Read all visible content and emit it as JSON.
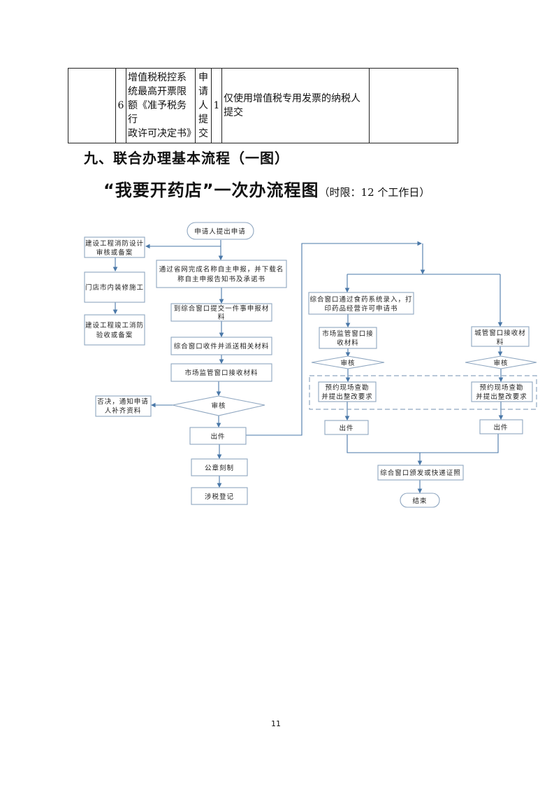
{
  "table_row": {
    "index": "6",
    "material_name_lines": [
      "增值税税控系",
      "统最高开票限",
      "额《准予税务行",
      "政许可决定书》"
    ],
    "source_chars": [
      "申",
      "请",
      "人",
      "提",
      "交"
    ],
    "count": "1",
    "note": "仅使用增值税专用发票的纳税人提交"
  },
  "section_heading": "九、联合办理基本流程（一图）",
  "chart_title": {
    "main": "“我要开药店”一次办流程图",
    "time_limit": "（时限：12 个工作日）"
  },
  "flow": {
    "start": "申请人提出申请",
    "fire_design": [
      "建设工程消防设计",
      "审核或备案"
    ],
    "renovation": "门店市内装修施工",
    "fire_acceptance": [
      "建设工程竣工消防",
      "验收或备案"
    ],
    "name_declare": [
      "通过省网完成名称自主申报，并下载名",
      "称自主申报告知书及承诺书"
    ],
    "submit_materials": [
      "到综合窗口提交一件事申报材",
      "料"
    ],
    "dispatch": "综合窗口收件并派送相关材料",
    "market_receive": "市场监管窗口接收材料",
    "review": "审核",
    "reject": [
      "否决，通知申请",
      "人补齐资料"
    ],
    "issue": "出件",
    "seal": "公章刻制",
    "tax": "涉税登记",
    "food_drug_entry": [
      "综合窗口通过食药系统录入，打",
      "印药品经营许可申请书"
    ],
    "market_receive_2": [
      "市场监管窗口接",
      "收材料"
    ],
    "city_receive": [
      "城管窗口接收材",
      "料"
    ],
    "review_left": "审核",
    "review_right": "审核",
    "inspect_left": [
      "预约现场查勘",
      "并提出整改要求"
    ],
    "inspect_right": [
      "预约现场查勘",
      "并提出整改要求"
    ],
    "issue_left": "出件",
    "issue_right": "出件",
    "deliver": "综合窗口颁发或快递证照",
    "end": "结束"
  },
  "colors": {
    "line": "#4a78a8",
    "box_border": "#8ea6c0",
    "text": "#222222"
  },
  "page_number": "11"
}
